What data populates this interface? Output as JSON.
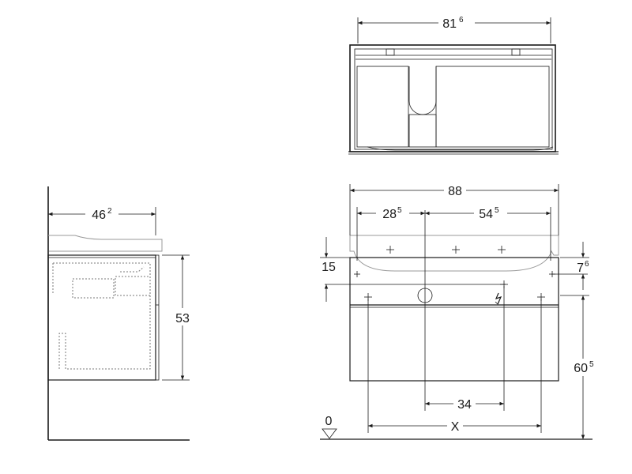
{
  "dimensions": {
    "top_width": {
      "main": "81",
      "sup": "6"
    },
    "side_depth": {
      "main": "46",
      "sup": "2"
    },
    "side_height": {
      "main": "53",
      "sup": ""
    },
    "front_width": {
      "main": "88",
      "sup": ""
    },
    "front_left_offset": {
      "main": "28",
      "sup": "5"
    },
    "front_right_offset": {
      "main": "54",
      "sup": "5"
    },
    "front_left_height": {
      "main": "15",
      "sup": ""
    },
    "front_right_small": {
      "main": "7",
      "sup": "6"
    },
    "front_floor_height": {
      "main": "60",
      "sup": "5"
    },
    "drain_spacing": {
      "main": "34",
      "sup": ""
    },
    "variable_x": {
      "main": "X",
      "sup": ""
    },
    "floor_level": {
      "main": "0",
      "sup": ""
    }
  },
  "colors": {
    "line": "#1a1a1a",
    "hidden": "#7a7a7a",
    "outline_grey": "#9a9a9a"
  }
}
